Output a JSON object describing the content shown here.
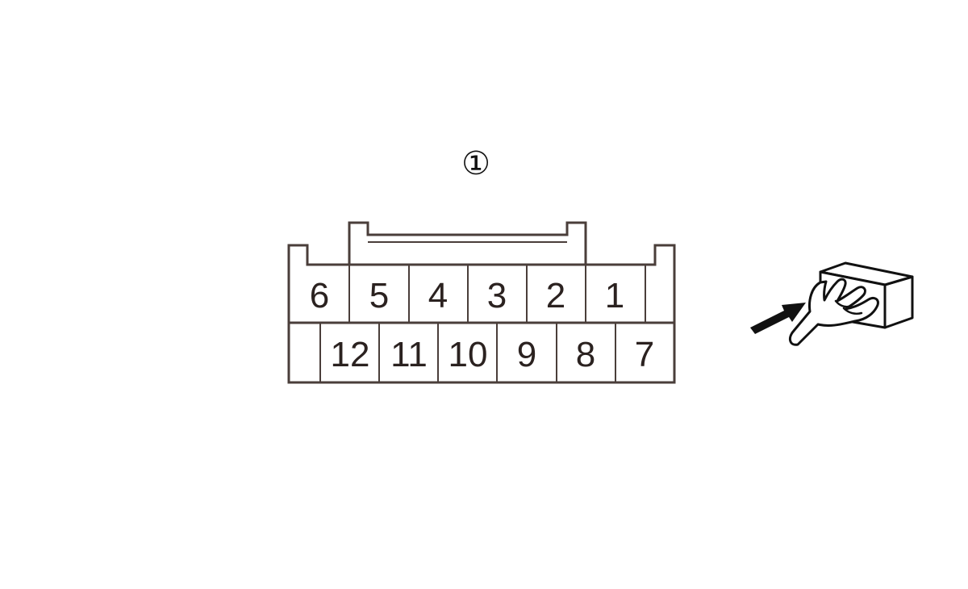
{
  "callout_number": "①",
  "connector": {
    "top_row_pins": [
      "6",
      "5",
      "4",
      "3",
      "2",
      "1"
    ],
    "bottom_row_pins": [
      "12",
      "11",
      "10",
      "9",
      "8",
      "7"
    ]
  },
  "icons": {
    "hand": "hand-holding-connector-icon",
    "arrow": "insertion-arrow-icon"
  },
  "colors": {
    "outline": "#4a3e3a",
    "pin_text": "#2b2220",
    "cell_fill": "#f7f5f3"
  }
}
